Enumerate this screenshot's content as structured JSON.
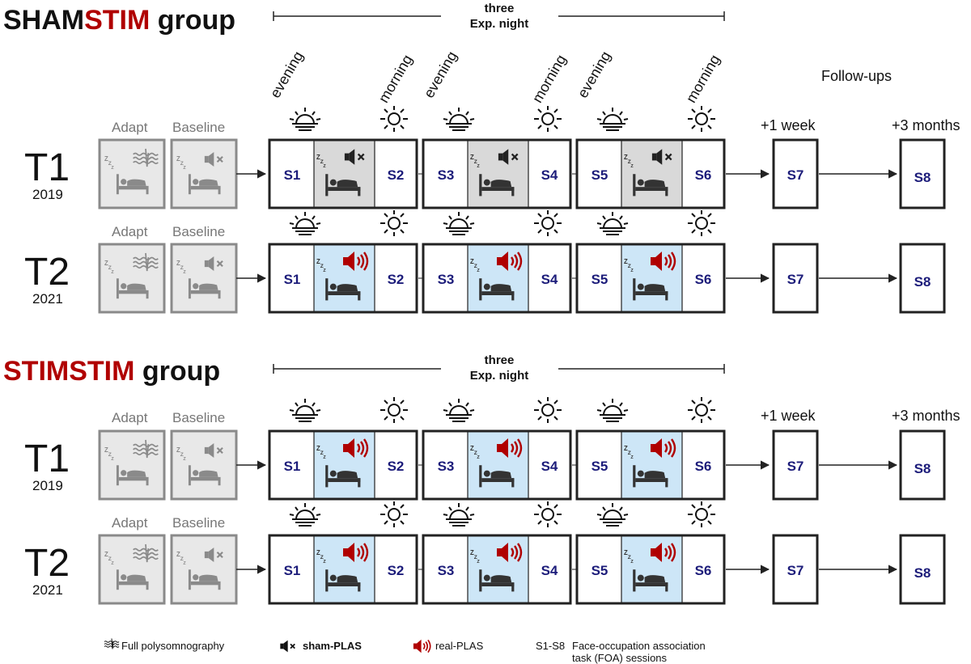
{
  "groups": [
    {
      "name_part1": "SHAM",
      "name_part2": "STIM",
      "name_part3": " group",
      "span_label_1": "three",
      "span_label_2": "Exp. night"
    },
    {
      "name_part1": "STIM",
      "name_part2": "STIM",
      "name_part3": " group",
      "span_label_1": "three",
      "span_label_2": "Exp. night"
    }
  ],
  "time_of_day": {
    "evening": "evening",
    "morning": "morning"
  },
  "followups_title": "Follow-ups",
  "pre_labels": {
    "adapt": "Adapt",
    "baseline": "Baseline"
  },
  "followup_labels": {
    "week": "+1 week",
    "months": "+3 months"
  },
  "rows": [
    {
      "time": "T1",
      "year": "2019",
      "condition": "sham"
    },
    {
      "time": "T2",
      "year": "2021",
      "condition": "real"
    },
    {
      "time": "T1",
      "year": "2019",
      "condition": "real"
    },
    {
      "time": "T2",
      "year": "2021",
      "condition": "real"
    }
  ],
  "sessions": {
    "S1": "S1",
    "S2": "S2",
    "S3": "S3",
    "S4": "S4",
    "S5": "S5",
    "S6": "S6",
    "S7": "S7",
    "S8": "S8"
  },
  "legend": {
    "polysomnography": "Full polysomnography",
    "sham": "sham-PLAS",
    "real": "real-PLAS",
    "sessions_key": "S1-S8",
    "sessions_desc_1": "Face-occupation association",
    "sessions_desc_2": "task (FOA) sessions"
  },
  "colors": {
    "red": "#b00000",
    "navy": "#1c1c7a",
    "stim_bg": "#cde6f7",
    "sham_bg": "#d9d9d9",
    "pre_gray": "#8a8a8a",
    "pre_bg": "#e8e8e8"
  },
  "icons": [
    "sunrise-icon",
    "sun-icon",
    "sleeping-person-icon",
    "speaker-muted-icon",
    "speaker-sound-icon",
    "polysomnography-icon"
  ]
}
